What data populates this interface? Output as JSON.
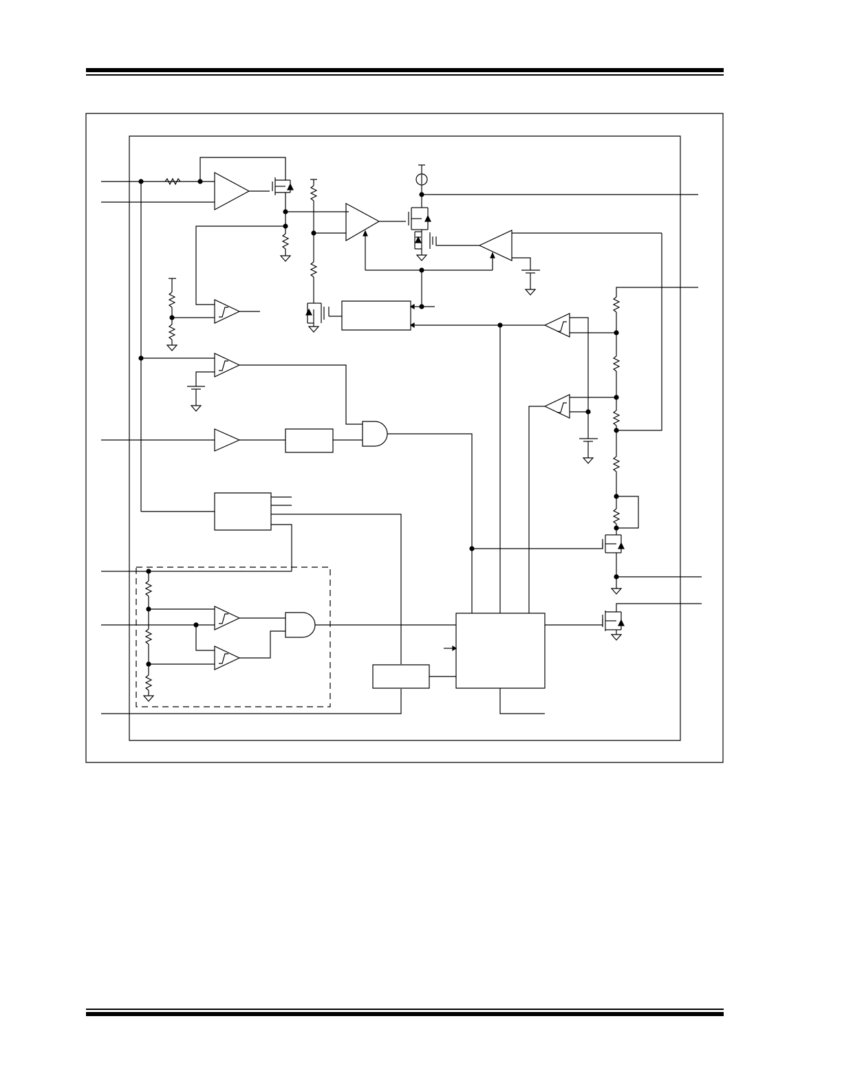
{
  "page": {
    "header_rule": "double",
    "footer_rule": "double"
  },
  "figure": {
    "kind": "block-diagram",
    "text_labels": [],
    "blocks": [
      "current-sense-amplifier",
      "error-amplifier",
      "hysteretic-comparator",
      "undervoltage-comparator",
      "input-buffer",
      "delay-block",
      "and-gate",
      "digital-block",
      "window-comparator-and-gate",
      "control-logic-block",
      "oscillator-block",
      "output-nmos",
      "pass-pmos"
    ],
    "colors": {
      "stroke": "#000000",
      "background": "#ffffff"
    }
  }
}
